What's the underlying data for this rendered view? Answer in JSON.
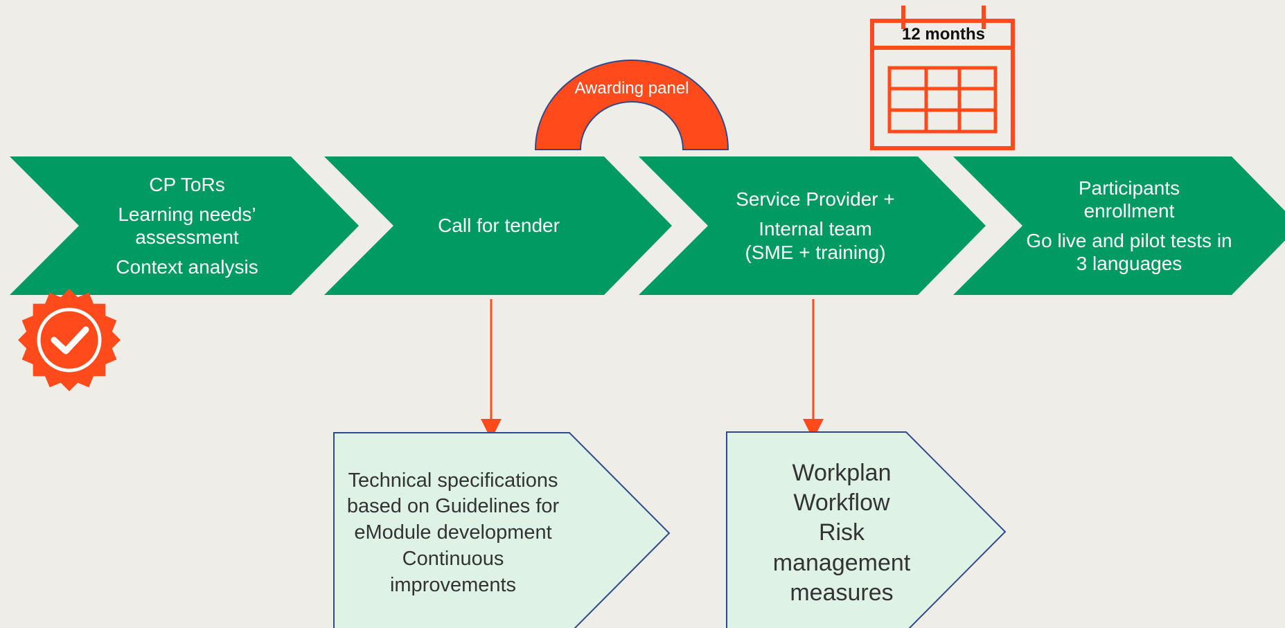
{
  "colors": {
    "background": "#efede8",
    "chevron_green": "#009a62",
    "accent_orange": "#ff4a1c",
    "callout_fill": "#dff2e6",
    "callout_border": "#2f4a8a"
  },
  "steps": [
    {
      "lines": [
        "CP ToRs",
        "Learning needs’ assessment",
        "Context analysis"
      ]
    },
    {
      "lines": [
        "Call for tender"
      ]
    },
    {
      "lines": [
        "Service Provider +",
        "Internal team (SME + training)"
      ]
    },
    {
      "lines": [
        "Participants enrollment",
        "Go live and pilot tests in 3 languages"
      ]
    }
  ],
  "awarding_panel": {
    "label": "Awarding panel"
  },
  "calendar": {
    "label": "12 months",
    "icon": "calendar-icon"
  },
  "badge": {
    "icon": "verified-badge-icon"
  },
  "callouts": {
    "spec": {
      "lines": [
        "Technical specifications",
        "based on Guidelines for",
        "eModule development",
        "Continuous",
        "improvements"
      ]
    },
    "work": {
      "lines": [
        "Workplan",
        "Workflow",
        "Risk",
        "management",
        "measures"
      ]
    }
  }
}
